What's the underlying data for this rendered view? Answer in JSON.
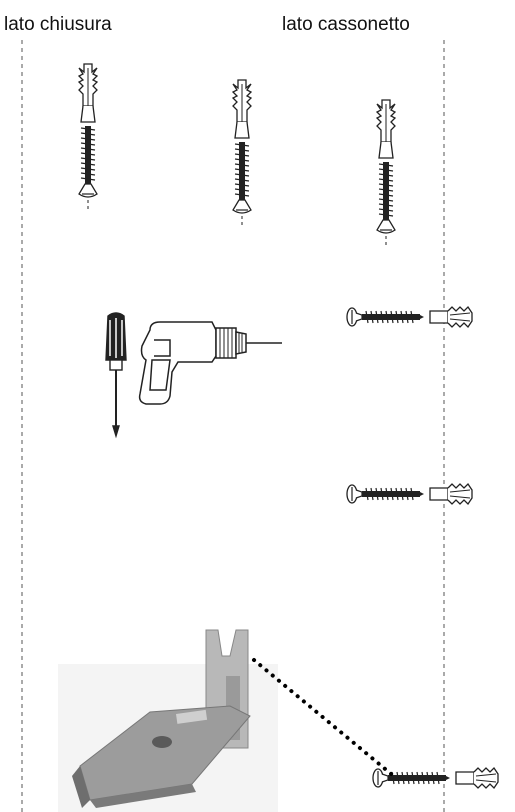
{
  "labels": {
    "left": "lato chiusura",
    "right": "lato cassonetto"
  },
  "icons": {
    "fastener": "screw-with-wall-plug-icon",
    "screwdriver": "screwdriver-icon",
    "drill": "electric-drill-icon",
    "bracket": "mounting-bracket-photo"
  },
  "colors": {
    "line": "#555555",
    "ink": "#222222",
    "dots": "#000000",
    "bracket_dark": "#8a8a8a",
    "bracket_light": "#cfcfcf"
  }
}
